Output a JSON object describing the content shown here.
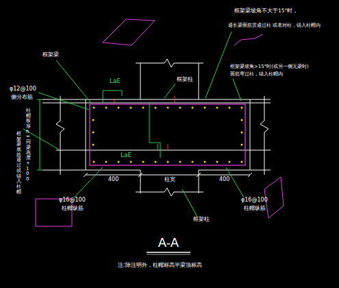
{
  "diagram": {
    "title": "A-A",
    "caption": "注:除注明外，柱帽标高平梁顶标高",
    "labels": [
      "框架梁坡角不大于15°时，",
      "通长梁面筋贯通过柱 或者对柱，锚入柱帽内",
      "框架梁",
      "框架柱",
      "框架梁坡角>15°时(或另一侧无梁时)",
      "面筋弯过柱，锚入柱帽内",
      "LaE",
      "φ12@100",
      "侧分布筋",
      "柱帽板厚 h=同梁高度+100",
      "LaE",
      "框架梁底筋通过或锚入柱帽",
      "400",
      "柱宽",
      "400",
      "φ16@100",
      "柱帽纵筋",
      "φ16@100",
      "柱帽纵筋",
      "框架柱"
    ]
  }
}
